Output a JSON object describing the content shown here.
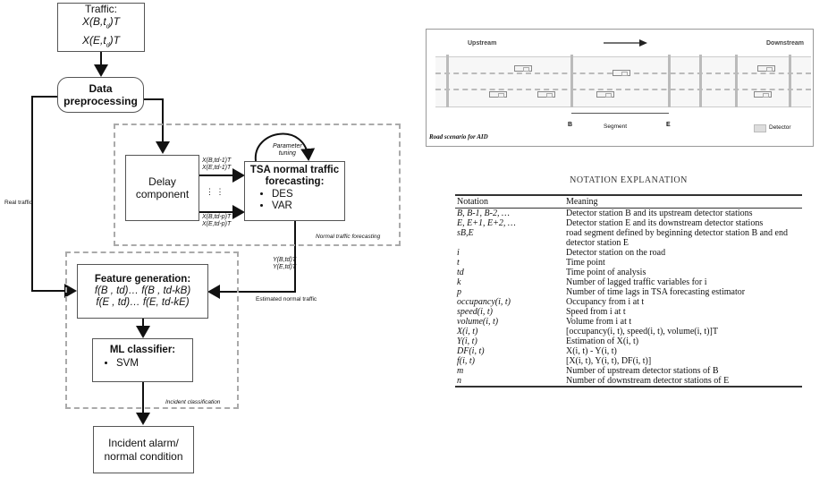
{
  "flowchart": {
    "traffic": {
      "title": "Traffic:",
      "line1": "X(B,t",
      "sub1": "d",
      "sup1": ")T",
      "line2": "X(E,t",
      "sub2": "d",
      "sup2": ")T"
    },
    "preprocess": {
      "line1": "Data",
      "line2": "preprocessing"
    },
    "delay": {
      "line1": "Delay",
      "line2": "component",
      "dots": "⋮  ⋮"
    },
    "tsa": {
      "line1": "TSA normal traffic",
      "line2": "forecasting:",
      "items": [
        "DES",
        "VAR"
      ]
    },
    "param_label": {
      "line1": "Parameter",
      "line2": "tuning"
    },
    "delay_top_label": {
      "line1": "X(B,td-1)T",
      "line2": "X(E,td-1)T"
    },
    "delay_bottom_label": {
      "line1": "X(B,td-p)T",
      "line2": "X(E,td-p)T"
    },
    "normal_forecast_label": "Normal traffic forecasting",
    "estimated_label_top": {
      "line1": "Y(B,td)T",
      "line2": "Y(E,td)T"
    },
    "estimated_label": "Estimated normal traffic",
    "real_traffic_label": "Real traffic",
    "feature": {
      "title": "Feature generation:",
      "line1": "f(B , td)… f(B , td-kB)",
      "line2": "f(E , td)… f(E, td-kE)"
    },
    "ml": {
      "title": "ML classifier:",
      "items": [
        "SVM"
      ]
    },
    "incident_class_label": "Incident classification",
    "alarm": {
      "line1": "Incident alarm/",
      "line2": "normal condition"
    }
  },
  "road_scenario": {
    "upstream": "Upstream",
    "downstream": "Downstream",
    "label_b": "B",
    "label_e": "E",
    "segment": "Segment",
    "detector": "Detector",
    "caption": "Road scenario for AID"
  },
  "notation": {
    "title": "NOTATION EXPLANATION",
    "headers": [
      "Notation",
      "Meaning"
    ],
    "rows": [
      [
        "B, B-1, B-2, …",
        "Detector station B and its upstream detector stations"
      ],
      [
        "E, E+1, E+2, …",
        "Detector station E and its downstream detector stations"
      ],
      [
        "sB,E",
        "road segment defined by beginning detector station B and end detector station E"
      ],
      [
        "i",
        "Detector station on the road"
      ],
      [
        "t",
        "Time point"
      ],
      [
        "td",
        "Time point of analysis"
      ],
      [
        "k",
        "Number of lagged traffic variables for i"
      ],
      [
        "p",
        "Number of time lags in TSA forecasting estimator"
      ],
      [
        "occupancy(i, t)",
        "Occupancy from i at t"
      ],
      [
        "speed(i, t)",
        "Speed from i at t"
      ],
      [
        "volume(i, t)",
        "Volume from i at t"
      ],
      [
        "X(i, t)",
        "[occupancy(i, t), speed(i, t), volume(i, t)]T"
      ],
      [
        "Y(i, t)",
        "Estimation of X(i, t)"
      ],
      [
        "DF(i, t)",
        "X(i, t) - Y(i, t)"
      ],
      [
        "f(i, t)",
        "[X(i, t), Y(i, t), DF(i, t)]"
      ],
      [
        "m",
        "Number of upstream detector stations of B"
      ],
      [
        "n",
        "Number of downstream detector stations of E"
      ]
    ]
  }
}
